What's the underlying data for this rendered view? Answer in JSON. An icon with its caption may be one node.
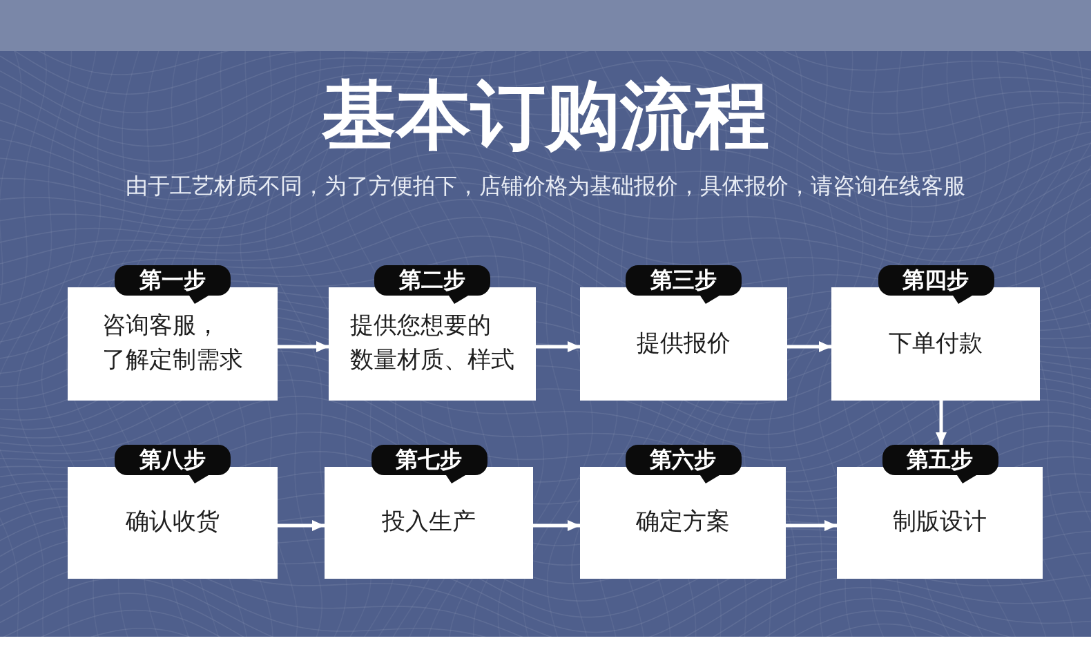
{
  "diagram": {
    "title": "基本订购流程",
    "nodes": [
      {
        "text": [
          "第一步",
          "咨询客服，了解定制需求"
        ]
      },
      {
        "text": [
          "第二步",
          "提供您想要的数量材质、样式"
        ]
      },
      {
        "text": [
          "第三步",
          "提供报价"
        ]
      },
      {
        "text": [
          "第四步",
          "下单付款"
        ]
      },
      {
        "text": [
          "第八步",
          "确认收货"
        ]
      },
      {
        "text": [
          "第七步",
          "投入生产"
        ]
      },
      {
        "text": [
          "第六步",
          "确定方案"
        ]
      },
      {
        "text": [
          "第五步",
          "制版设计"
        ]
      }
    ],
    "edges": [
      {
        "from": 0,
        "to": 1,
        "arrow": "to"
      },
      {
        "from": 1,
        "to": 2,
        "arrow": "to"
      },
      {
        "from": 2,
        "to": 3,
        "arrow": "to"
      },
      {
        "from": 3,
        "to": 7,
        "arrow": "to"
      },
      {
        "from": 4,
        "to": 5,
        "arrow": "to"
      },
      {
        "from": 5,
        "to": 6,
        "arrow": "to"
      },
      {
        "from": 6,
        "to": 7,
        "arrow": "to"
      }
    ],
    "labels": [
      "由于工艺材质不同，为了方便拍下，店铺价格为基础报价，具体报价，请咨询在线客服"
    ]
  }
}
